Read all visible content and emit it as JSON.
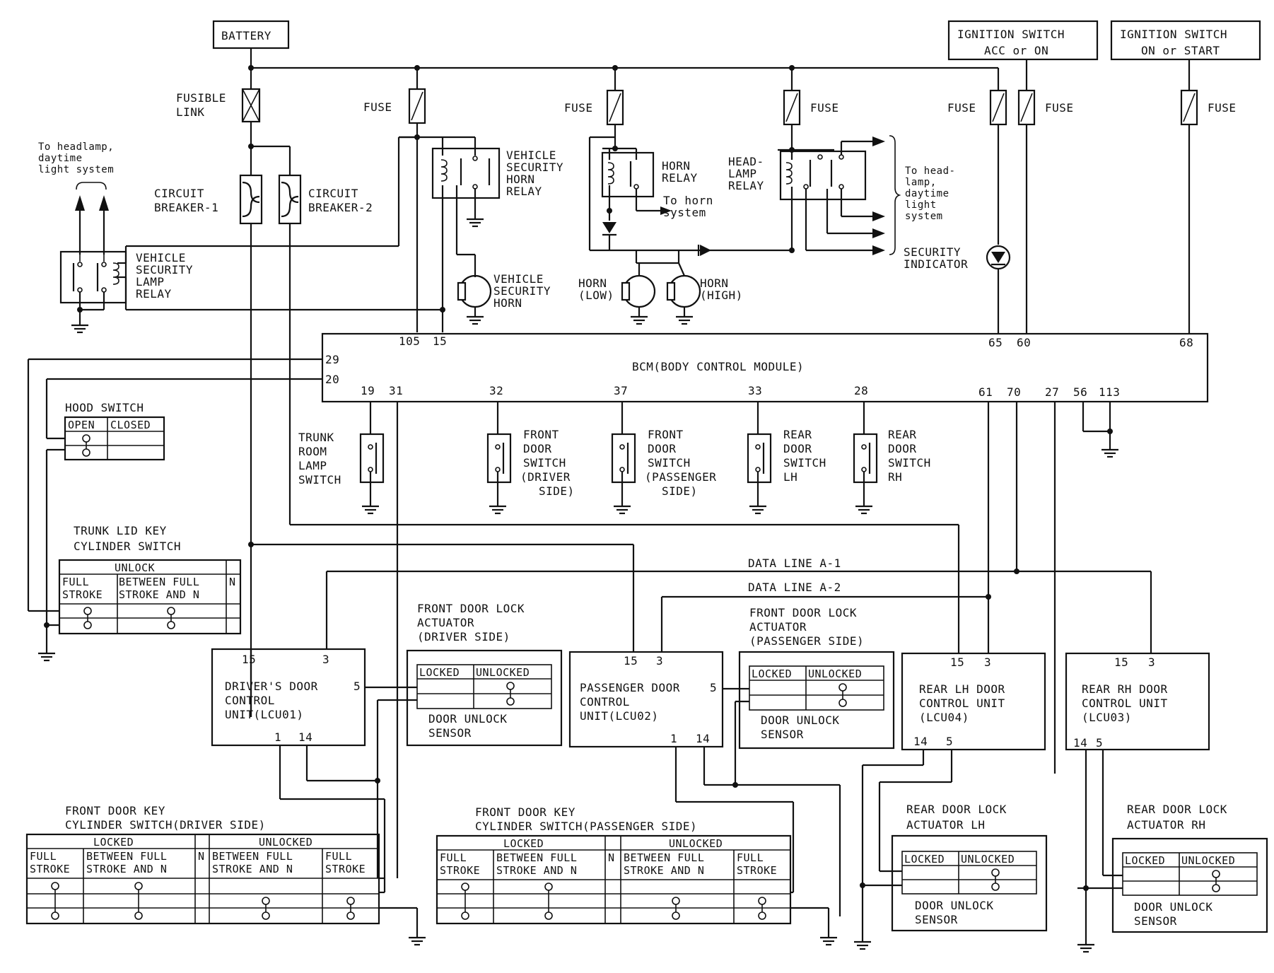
{
  "power": {
    "battery": "BATTERY",
    "fusible_link": [
      "FUSIBLE",
      "LINK"
    ],
    "fuse": "FUSE",
    "ign_acc": [
      "IGNITION SWITCH",
      "ACC or ON"
    ],
    "ign_on": [
      "IGNITION SWITCH",
      "ON or START"
    ],
    "cb1": [
      "CIRCUIT",
      "BREAKER-1"
    ],
    "cb2": [
      "CIRCUIT",
      "BREAKER-2"
    ]
  },
  "notes": {
    "to_headlamp_left": [
      "To headlamp,",
      "daytime",
      "light system"
    ],
    "to_headlamp_right": [
      "To head-",
      "lamp,",
      "daytime",
      "light",
      "system"
    ],
    "to_horn": [
      "To horn",
      "system"
    ]
  },
  "relays": {
    "vs_lamp": [
      "VEHICLE",
      "SECURITY",
      "LAMP",
      "RELAY"
    ],
    "vs_horn": [
      "VEHICLE",
      "SECURITY",
      "HORN",
      "RELAY"
    ],
    "horn": [
      "HORN",
      "RELAY"
    ],
    "headlamp": [
      "HEAD-",
      "LAMP",
      "RELAY"
    ]
  },
  "horns": {
    "vs_horn": [
      "VEHICLE",
      "SECURITY",
      "HORN"
    ],
    "low": [
      "HORN",
      "(LOW)"
    ],
    "high": [
      "HORN",
      "(HIGH)"
    ]
  },
  "security_indicator": [
    "SECURITY",
    "INDICATOR"
  ],
  "bcm": {
    "title": "BCM(BODY CONTROL MODULE)",
    "pins": {
      "p105": "105",
      "p15": "15",
      "p65": "65",
      "p60": "60",
      "p68": "68",
      "p29": "29",
      "p20": "20",
      "p19": "19",
      "p31": "31",
      "p32": "32",
      "p37": "37",
      "p33": "33",
      "p28": "28",
      "p61": "61",
      "p70": "70",
      "p27": "27",
      "p56": "56",
      "p113": "113"
    }
  },
  "switches": {
    "trunk_room_lamp": [
      "TRUNK",
      "ROOM",
      "LAMP",
      "SWITCH"
    ],
    "front_door_driver": [
      "FRONT",
      "DOOR",
      "SWITCH",
      "(DRIVER",
      "SIDE)"
    ],
    "front_door_passenger": [
      "FRONT",
      "DOOR",
      "SWITCH",
      "(PASSENGER",
      "SIDE)"
    ],
    "rear_door_lh": [
      "REAR",
      "DOOR",
      "SWITCH",
      "LH"
    ],
    "rear_door_rh": [
      "REAR",
      "DOOR",
      "SWITCH",
      "RH"
    ]
  },
  "hood_switch": {
    "title": "HOOD SWITCH",
    "open": "OPEN",
    "closed": "CLOSED"
  },
  "trunk_lid": {
    "title": [
      "TRUNK LID KEY",
      "CYLINDER SWITCH"
    ],
    "unlock": "UNLOCK",
    "full_stroke": [
      "FULL",
      "STROKE"
    ],
    "between": [
      "BETWEEN FULL",
      "STROKE AND N"
    ],
    "n": "N"
  },
  "data_lines": {
    "a1": "DATA LINE A-1",
    "a2": "DATA LINE A-2"
  },
  "control_units": {
    "lcu01": {
      "name": [
        "DRIVER'S DOOR",
        "CONTROL",
        "UNIT(LCU01)"
      ],
      "p15": "15",
      "p3": "3",
      "p5": "5",
      "p1": "1",
      "p14": "14"
    },
    "lcu02": {
      "name": [
        "PASSENGER DOOR",
        "CONTROL",
        "UNIT(LCU02)"
      ],
      "p15": "15",
      "p3": "3",
      "p5": "5",
      "p1": "1",
      "p14": "14"
    },
    "lcu04": {
      "name": [
        "REAR LH DOOR",
        "CONTROL UNIT",
        "(LCU04)"
      ],
      "p15": "15",
      "p3": "3",
      "p14": "14",
      "p5": "5"
    },
    "lcu03": {
      "name": [
        "REAR RH DOOR",
        "CONTROL UNIT",
        "(LCU03)"
      ],
      "p15": "15",
      "p3": "3",
      "p14": "14",
      "p5": "5"
    }
  },
  "actuators": {
    "front_driver": [
      "FRONT DOOR LOCK",
      "ACTUATOR",
      "(DRIVER SIDE)"
    ],
    "front_passenger": [
      "FRONT DOOR LOCK",
      "ACTUATOR",
      "(PASSENGER SIDE)"
    ],
    "rear_lh": [
      "REAR DOOR LOCK",
      "ACTUATOR LH"
    ],
    "rear_rh": [
      "REAR DOOR LOCK",
      "ACTUATOR RH"
    ],
    "locked": "LOCKED",
    "unlocked": "UNLOCKED",
    "sensor": [
      "DOOR UNLOCK",
      "SENSOR"
    ]
  },
  "key_cylinders": {
    "driver": [
      "FRONT DOOR KEY",
      "CYLINDER SWITCH(DRIVER SIDE)"
    ],
    "passenger": [
      "FRONT DOOR KEY",
      "CYLINDER SWITCH(PASSENGER SIDE)"
    ],
    "locked": "LOCKED",
    "unlocked": "UNLOCKED",
    "full_stroke": [
      "FULL",
      "STROKE"
    ],
    "between": [
      "BETWEEN FULL",
      "STROKE AND N"
    ],
    "n": "N"
  }
}
